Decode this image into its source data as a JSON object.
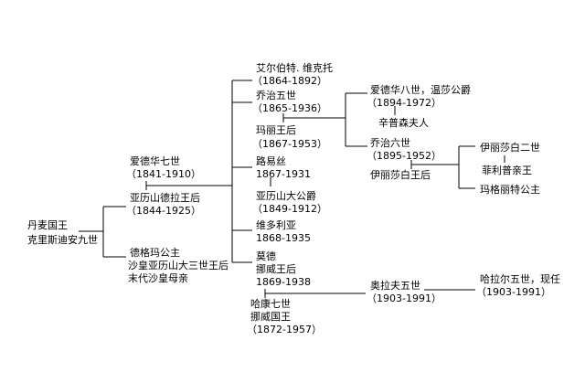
{
  "nodes": {
    "denmark": {
      "title1": "丹麦国王",
      "title2": "克里斯迪安九世"
    },
    "edward7": {
      "name": "爱德华七世",
      "dates": "（1841-1910）"
    },
    "alexandra": {
      "name": "亚历山德拉王后",
      "dates": "（1844-1925）"
    },
    "dagmar": {
      "line1": "德格玛公主",
      "line2": "沙皇亚历山大三世王后",
      "line3": "末代沙皇母亲"
    },
    "albert": {
      "name": "艾尔伯特. 维克托",
      "dates": "（1864-1892）"
    },
    "george5": {
      "name": "乔治五世",
      "dates": "（1865-1936）"
    },
    "mary": {
      "name": "玛丽王后",
      "dates": "（1867-1953）"
    },
    "louise": {
      "name": "路易丝",
      "dates": "1867-1931"
    },
    "alexander": {
      "name": "亚历山大公爵",
      "dates": "（1849-1912）"
    },
    "victoria": {
      "name": "维多利亚",
      "dates": "1868-1935"
    },
    "maud": {
      "name1": "莫德",
      "name2": "挪威王后",
      "dates": "1869-1938"
    },
    "haakon": {
      "name1": "哈康七世",
      "name2": "挪威国王",
      "dates": "（1872-1957）"
    },
    "edward8": {
      "name": "爱德华八世，温莎公爵",
      "dates": "（1894-1972）"
    },
    "simpson": {
      "name": "辛普森夫人"
    },
    "george6": {
      "name": "乔治六世",
      "dates": "（1895-1952）"
    },
    "elizabeth": {
      "name": "伊丽莎白王后"
    },
    "olav5": {
      "name": "奥拉夫五世",
      "dates": "（1903-1991）"
    },
    "elizabeth2": {
      "name": "伊丽莎白二世"
    },
    "philip": {
      "name": "菲利普亲王"
    },
    "margaret": {
      "name": "玛格丽特公主"
    },
    "harald5": {
      "name": "哈拉尔五世，现任",
      "dates": "（1903-1991）"
    }
  }
}
